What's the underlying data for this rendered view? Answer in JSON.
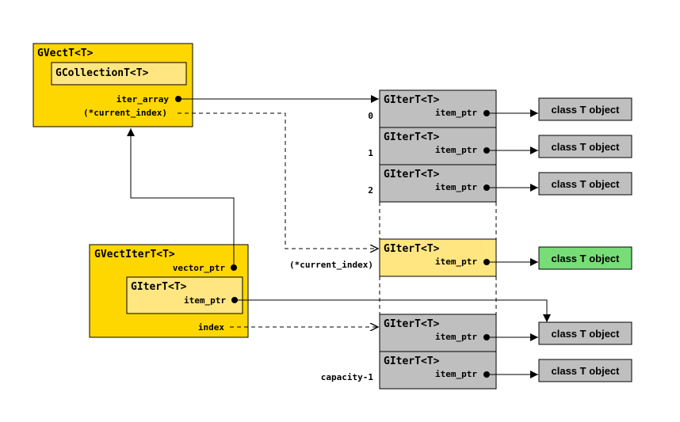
{
  "colors": {
    "gold": "#ffd700",
    "light_yellow": "#ffe680",
    "gray": "#bfbfbf",
    "green": "#77dd77",
    "black": "#000000"
  },
  "gvect": {
    "title": "GVectT<T>",
    "inner_title": "GCollectionT<T>",
    "iter_array": "iter_array",
    "current_index": "(*current_index)"
  },
  "gvectiter": {
    "title": "GVectIterT<T>",
    "vector_ptr": "vector_ptr",
    "inner_title": "GIterT<T>",
    "item_ptr": "item_ptr",
    "index": "index"
  },
  "array": {
    "cells": [
      {
        "index_label": "0",
        "title": "GIterT<T>",
        "field": "item_ptr",
        "object": "class T object",
        "highlight": false
      },
      {
        "index_label": "1",
        "title": "GIterT<T>",
        "field": "item_ptr",
        "object": "class T object",
        "highlight": false
      },
      {
        "index_label": "2",
        "title": "GIterT<T>",
        "field": "item_ptr",
        "object": "class T object",
        "highlight": false
      },
      {
        "index_label": "(*current_index)",
        "title": "GIterT<T>",
        "field": "item_ptr",
        "object": "class T object",
        "highlight": true
      },
      {
        "index_label": "",
        "title": "GIterT<T>",
        "field": "item_ptr",
        "object": "class T object",
        "highlight": false
      },
      {
        "index_label": "capacity-1",
        "title": "GIterT<T>",
        "field": "item_ptr",
        "object": "class T object",
        "highlight": false
      }
    ]
  }
}
